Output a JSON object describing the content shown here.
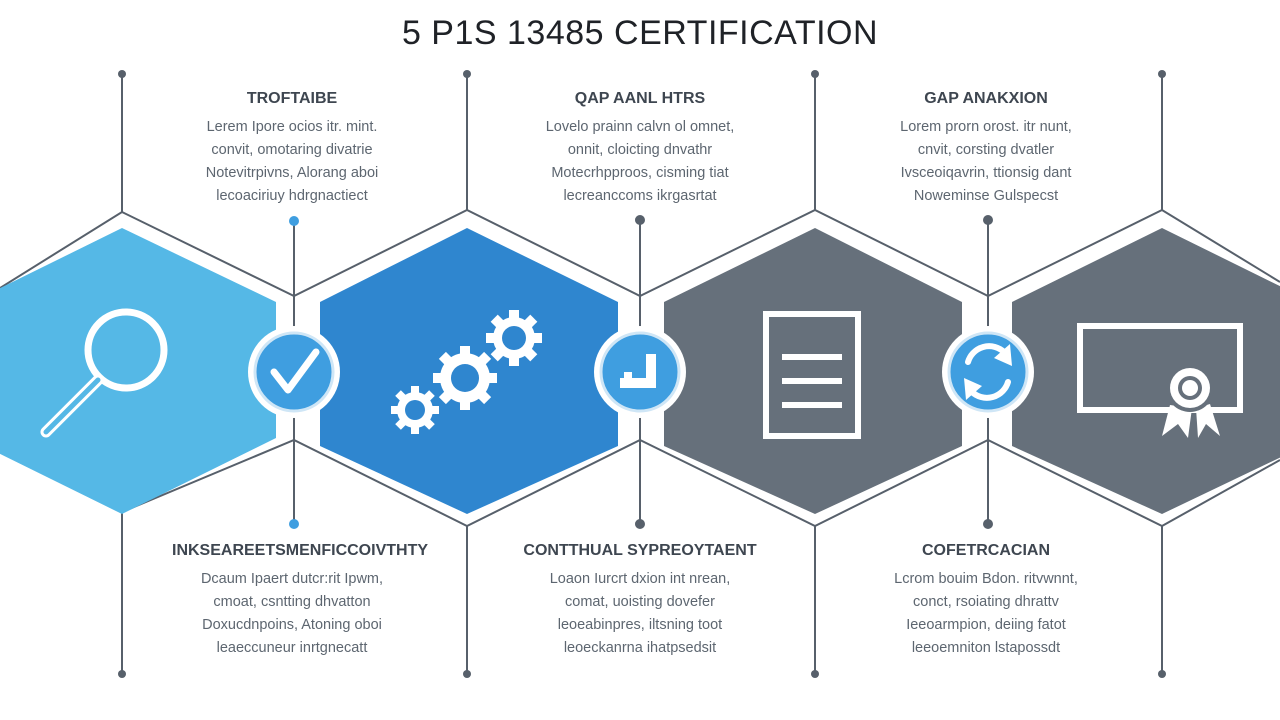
{
  "title": "5 P1S 13485 CERTIFICATION",
  "colors": {
    "light_blue": "#55b8e6",
    "mid_blue": "#2f86cf",
    "slate": "#66707b",
    "line": "#57606b",
    "connector_blue": "#3f9ee0"
  },
  "steps": [
    {
      "icon": "magnifier-icon",
      "color": "#55b8e6",
      "connector_icon": "checkmark-icon",
      "top": {
        "heading": "TROFTAIBE",
        "lines": [
          "Lerem Ipore ocios itr. mint.",
          "convit, omotaring divatrie",
          "Notevitrpivns, Alorang aboi",
          "lecoaciriuy hdrgnactiect"
        ]
      },
      "bottom": {
        "heading": "INKSEAREETSMENFICCOIVTHTY",
        "lines": [
          "Dcaum Ipaert dutcr:rit Ipwm,",
          "cmoat, csntting dhvatton",
          "Doxucdnpoins, Atoning oboi",
          "leaeccuneur inrtgnecatt"
        ]
      }
    },
    {
      "icon": "gears-icon",
      "color": "#2f86cf",
      "connector_icon": "chart-icon",
      "top": {
        "heading": "QAP AANL HTRS",
        "lines": [
          "Lovelo prainn calvn ol omnet,",
          "onnit, cloicting dnvathr",
          "Motecrhpproos, cisming tiat",
          "lecreanccoms ikrgasrtat"
        ]
      },
      "bottom": {
        "heading": "CONTTHUAL SYPREOYTAENT",
        "lines": [
          "Loaon Iurcrt dxion int nrean,",
          "comat, uoisting dovefer",
          "leoeabinpres, iltsning toot",
          "leoeckanrna ihatpsedsit"
        ]
      }
    },
    {
      "icon": "document-icon",
      "color": "#66707b",
      "connector_icon": "sync-arrows-icon",
      "top": {
        "heading": "GAP ANAKXION",
        "lines": [
          "Lorem prorn orost. itr nunt,",
          "cnvit, corsting dvatler",
          "Ivsceoiqavrin, ttionsig dant",
          "Noweminse Gulspecst"
        ]
      },
      "bottom": {
        "heading": "COFETRCACIAN",
        "lines": [
          "Lcrom bouim Bdon. ritvwnnt,",
          "conct, rsoiating dhrattv",
          "Ieeoarmpion, deiing fatot",
          "leeoemniton lstapossdt"
        ]
      }
    },
    {
      "icon": "certificate-icon",
      "color": "#66707b",
      "connector_icon": "",
      "top": null,
      "bottom": null
    }
  ]
}
